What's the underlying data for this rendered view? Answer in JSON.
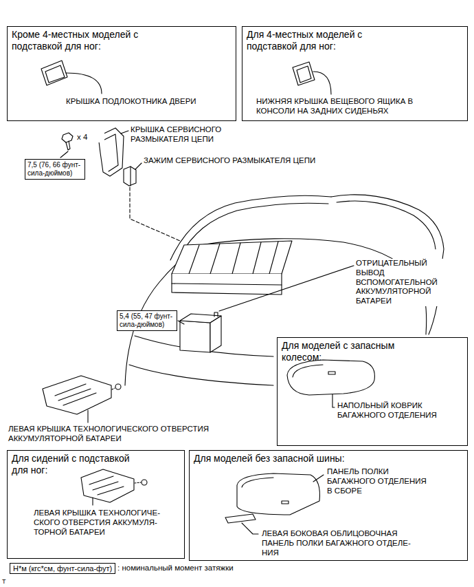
{
  "diagram": {
    "nodes": [
      {
        "text": [
          "Кроме 4-местных моделей с подставкой для ног:",
          "КРЫШКА ПОДЛОКОТНИКА ДВЕРИ"
        ]
      },
      {
        "text": [
          "Для 4-местных моделей с подставкой для ног:",
          "НИЖНЯЯ КРЫШКА ВЕЩЕВОГО ЯЩИКА В КОНСОЛИ НА ЗАДНИХ СИДЕНЬЯХ"
        ]
      },
      {
        "text": [
          "7,5 (76, 66 фунт- сила-дюймов)"
        ]
      },
      {
        "text": [
          "5,4 (55, 47 фунт- сила-дюймов)"
        ]
      },
      {
        "text": [
          "Для моделей с запасным колесом:",
          "НАПОЛЬНЫЙ КОВРИК БАГАЖНОГО ОТДЕЛЕНИЯ"
        ]
      },
      {
        "text": [
          "Для сидений с подставкой для ног:",
          "ЛЕВАЯ КРЫШКА ТЕХНОЛОГИЧЕ- СКОГО ОТВЕРСТИЯ АККУМУЛЯ- ТОРНОЙ БАТАРЕИ"
        ]
      },
      {
        "text": [
          "Для моделей без запасной шины:",
          "ПАНЕЛЬ ПОЛКИ БАГАЖНОГО ОТДЕЛЕНИЯ В СБОРЕ",
          "ЛЕВАЯ БОКОВАЯ ОБЛИЦОВОЧНАЯ ПАНЕЛЬ ПОЛКИ БАГАЖНОГО ОТДЕЛЕ- НИЯ"
        ]
      },
      {
        "text": [
          "Н*м (кгс*см, фунт-сила-фут)"
        ]
      }
    ],
    "labels": [
      "x 4",
      "КРЫШКА СЕРВИСНОГО РАЗМЫКАТЕЛЯ ЦЕПИ",
      "ЗАЖИМ СЕРВИСНОГО РАЗМЫКАТЕЛЯ ЦЕПИ",
      "ОТРИЦАТЕЛЬНЫЙ ВЫВОД ВСПОМОГАТЕЛЬНОЙ АККУМУЛЯТОРНОЙ БАТАРЕИ",
      "ЛЕВАЯ КРЫШКА ТЕХНОЛОГИЧЕСКОГО ОТВЕРСТИЯ АККУМУЛЯТОРНОЙ БАТАРЕИ",
      ": номинальный момент затяжки",
      "T"
    ]
  }
}
